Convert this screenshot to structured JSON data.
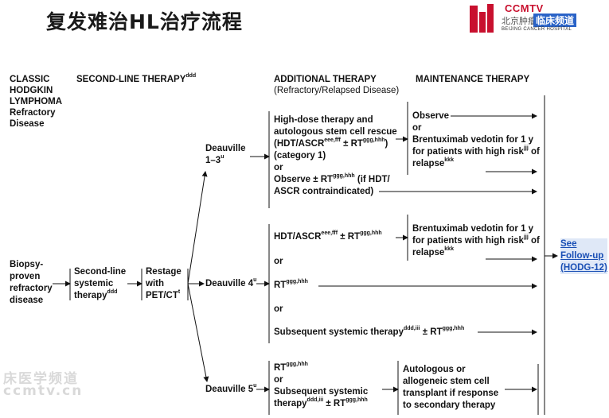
{
  "slide": {
    "title": "复发难治HL治疗流程"
  },
  "logo": {
    "brand": "CCMTV",
    "cn_text": "北京肿瘤",
    "cn_channel": "临床频道",
    "hospital": "BEIJING CANCER HOSPITAL"
  },
  "watermark": {
    "line1": "床医学频道",
    "line2": "ccmtv.cn"
  },
  "headers": {
    "col1": [
      "CLASSIC",
      "HODGKIN",
      "LYMPHOMA",
      "Refractory",
      "Disease"
    ],
    "col2": "SECOND-LINE THERAPY",
    "col2_sup": "ddd",
    "col3": "ADDITIONAL THERAPY",
    "col3_sub": "(Refractory/Relapsed Disease)",
    "col4": "MAINTENANCE THERAPY"
  },
  "entry": {
    "biopsy": [
      "Biopsy-",
      "proven",
      "refractory",
      "disease"
    ],
    "second_line": [
      "Second-line",
      "systemic",
      "therapy"
    ],
    "second_line_sup": "ddd",
    "restage": [
      "Restage",
      "with",
      "PET/CT"
    ],
    "restage_sup": "t"
  },
  "deauville": {
    "d13": "Deauville",
    "d13b": "1–3",
    "d13_sup": "u",
    "d4": "Deauville 4",
    "d4_sup": "u",
    "d5": "Deauville 5",
    "d5_sup": "u"
  },
  "branch_d13": {
    "hdt_lines": [
      "High-dose therapy and",
      "autologous stem cell rescue"
    ],
    "hdt_line3": "(HDT/ASCR",
    "hdt_line3_sup": "eee,fff",
    "hdt_line3_mid": " ± RT",
    "hdt_line3_sup2": "ggg,hhh",
    "hdt_line3_end": ")",
    "hdt_line4": "(category 1)",
    "or": "or",
    "observe": "Observe ± RT",
    "observe_sup": "ggg,hhh",
    "observe_end": " (if HDT/",
    "observe_line2": "ASCR contraindicated)",
    "maint_observe": "Observe",
    "maint_or": "or",
    "maint_bv1": "Brentuximab vedotin for 1 y",
    "maint_bv2": "for patients with high risk",
    "maint_bv2_sup": "jjj",
    "maint_bv2_end": " of",
    "maint_bv3": "relapse",
    "maint_bv3_sup": "kkk"
  },
  "branch_d4": {
    "hdt": "HDT/ASCR",
    "hdt_sup": "eee,fff",
    "hdt_mid": " ± RT",
    "hdt_sup2": "ggg,hhh",
    "or1": "or",
    "rt": "RT",
    "rt_sup": "ggg,hhh",
    "or2": "or",
    "subsequent": "Subsequent systemic therapy",
    "subsequent_sup": "ddd,iii",
    "subsequent_mid": " ± RT",
    "subsequent_sup2": "ggg,hhh",
    "maint_bv1": "Brentuximab vedotin for 1 y",
    "maint_bv2": "for patients with high risk",
    "maint_bv2_sup": "jjj",
    "maint_bv2_end": " of",
    "maint_bv3": "relapse",
    "maint_bv3_sup": "kkk"
  },
  "branch_d5": {
    "rt": "RT",
    "rt_sup": "ggg,hhh",
    "or": "or",
    "subsequent1": "Subsequent systemic",
    "subsequent2": "therapy",
    "subsequent2_sup": "ddd,iii",
    "subsequent2_mid": " ± RT",
    "subsequent2_sup2": "ggg,hhh",
    "transplant": [
      "Autologous or",
      "allogeneic stem cell",
      "transplant if response",
      "to secondary therapy"
    ]
  },
  "followup": {
    "line1": "See",
    "line2": "Follow-up",
    "line3": "(HODG-12)"
  }
}
